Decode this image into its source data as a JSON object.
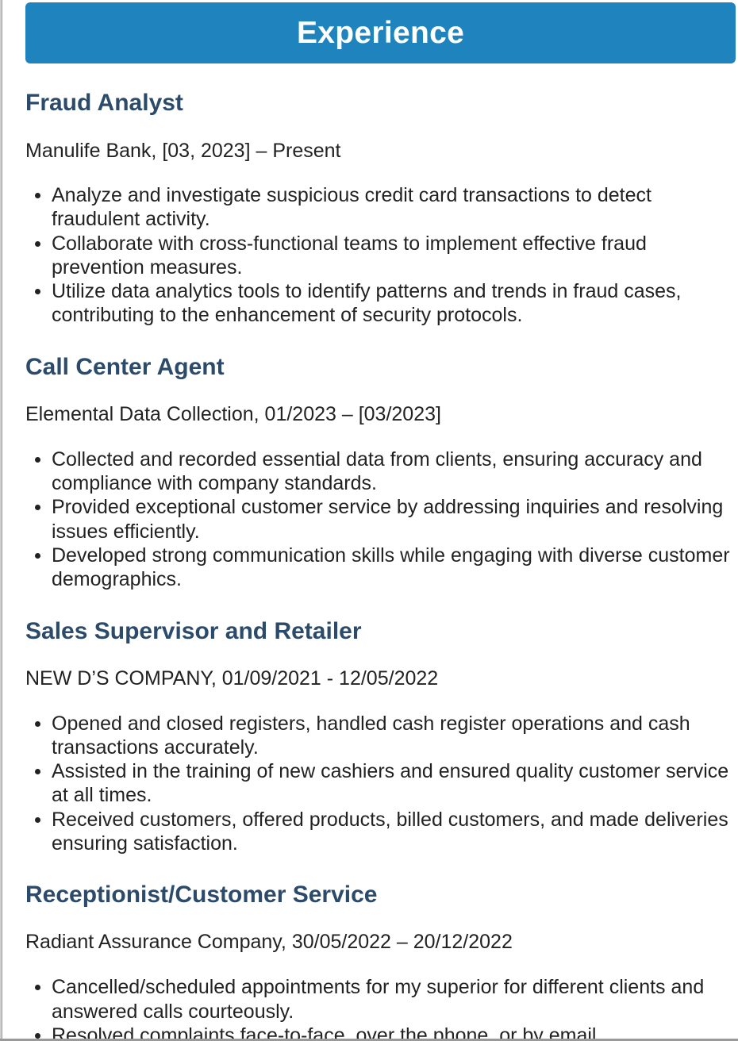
{
  "section": {
    "heading": "Experience"
  },
  "jobs": [
    {
      "title": "Fraud Analyst",
      "meta": "Manulife Bank, [03, 2023] – Present",
      "duties": [
        "Analyze and investigate suspicious credit card transactions to detect fraudulent activity.",
        "Collaborate with cross-functional teams to implement effective fraud prevention measures.",
        "Utilize data analytics tools to identify patterns and trends in fraud cases, contributing to the enhancement of security protocols."
      ]
    },
    {
      "title": "Call Center Agent",
      "meta": "Elemental Data Collection, 01/2023 – [03/2023]",
      "duties": [
        "Collected and recorded essential data from clients, ensuring accuracy and compliance with company standards.",
        "Provided exceptional customer service by addressing inquiries and resolving issues efficiently.",
        "Developed strong communication skills while engaging with diverse customer demographics."
      ]
    },
    {
      "title": "Sales Supervisor and Retailer",
      "meta": "NEW D’S COMPANY, 01/09/2021 - 12/05/2022",
      "duties": [
        "Opened and closed registers, handled cash register operations and cash transactions accurately.",
        "Assisted in the training of new cashiers and ensured quality customer service at all times.",
        "Received customers, offered products, billed customers, and made deliveries ensuring satisfaction."
      ]
    },
    {
      "title": "Receptionist/Customer Service",
      "meta": "Radiant Assurance Company, 30/05/2022 – 20/12/2022",
      "duties": [
        "Cancelled/scheduled appointments for my superior for different clients and answered calls courteously.",
        "Resolved complaints face-to-face, over the phone, or by email."
      ]
    }
  ]
}
